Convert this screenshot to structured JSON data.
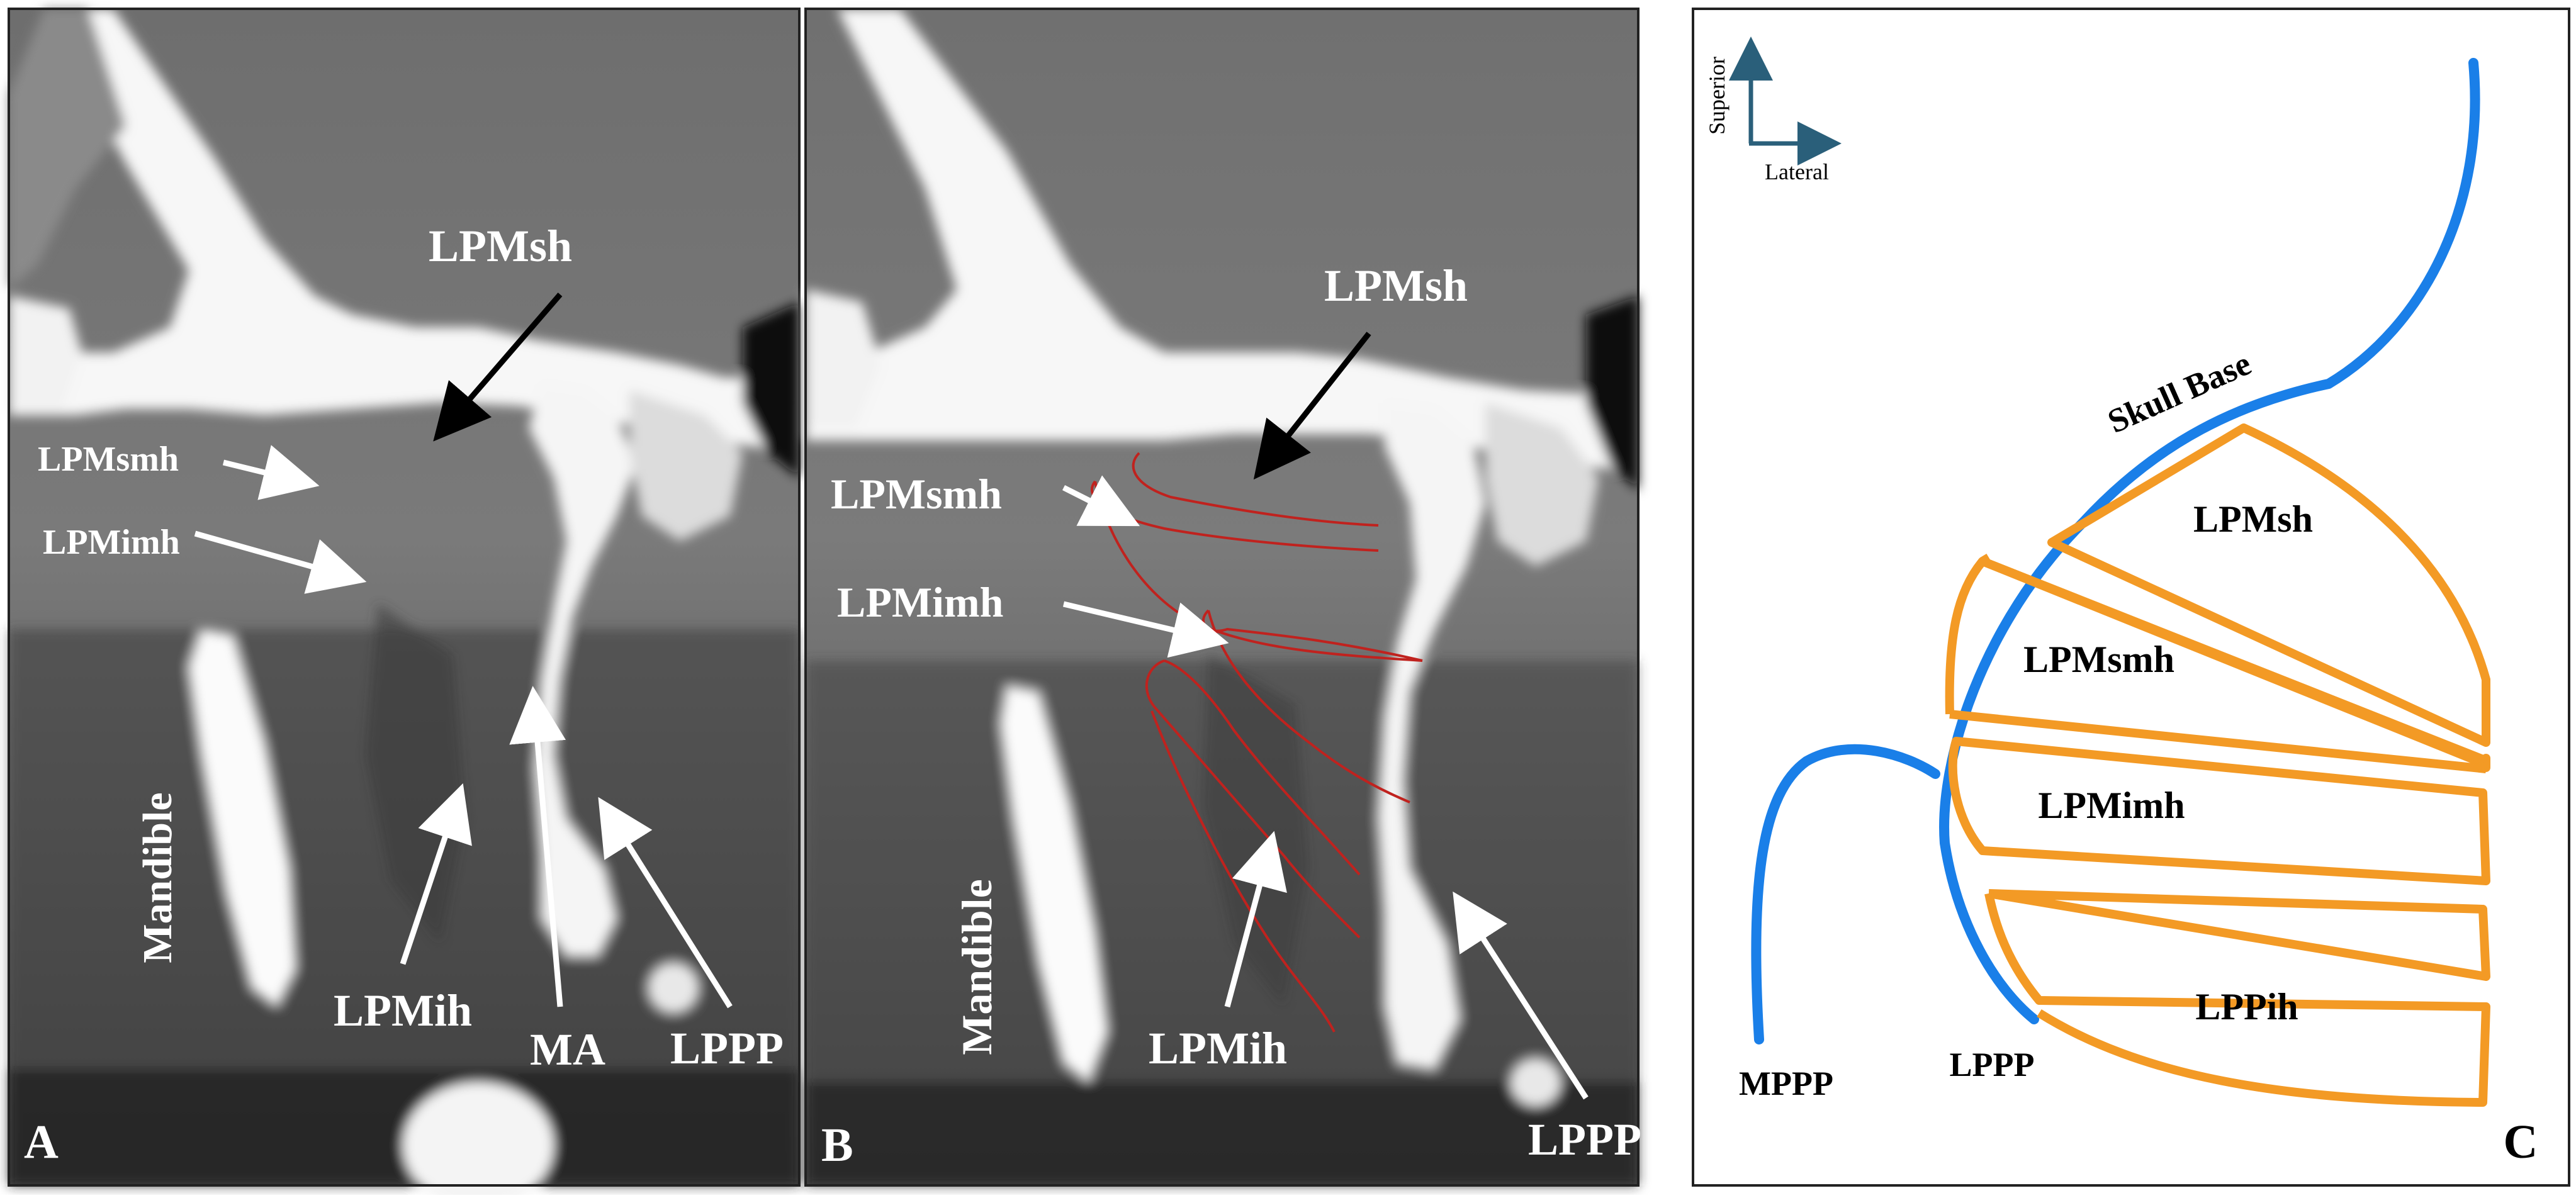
{
  "panels": {
    "a": {
      "letter": "A",
      "labels": {
        "lpmsh": "LPMsh",
        "lpmsmh": "LPMsmh",
        "lpmimh": "LPMimh",
        "mandible": "Mandible",
        "lpmih": "LPMih",
        "ma": "MA",
        "lppp": "LPPP"
      }
    },
    "b": {
      "letter": "B",
      "labels": {
        "lpmsh": "LPMsh",
        "lpmsmh": "LPMsmh",
        "lpmimh": "LPMimh",
        "mandible": "Mandible",
        "lpmih": "LPMih",
        "lppp": "LPPP"
      }
    },
    "c": {
      "letter": "C",
      "axes": {
        "superior": "Superior",
        "lateral": "Lateral"
      },
      "labels": {
        "skull_base": "Skull Base",
        "lpmsh": "LPMsh",
        "lpmsmh": "LPMsmh",
        "lpmimh": "LPMimh",
        "lppih": "LPPih",
        "mppp": "MPPP",
        "lppp": "LPPP"
      },
      "colors": {
        "skull_base": "#1a7fe8",
        "muscle": "#f39a25",
        "axis": "#2a5f7a"
      }
    }
  }
}
